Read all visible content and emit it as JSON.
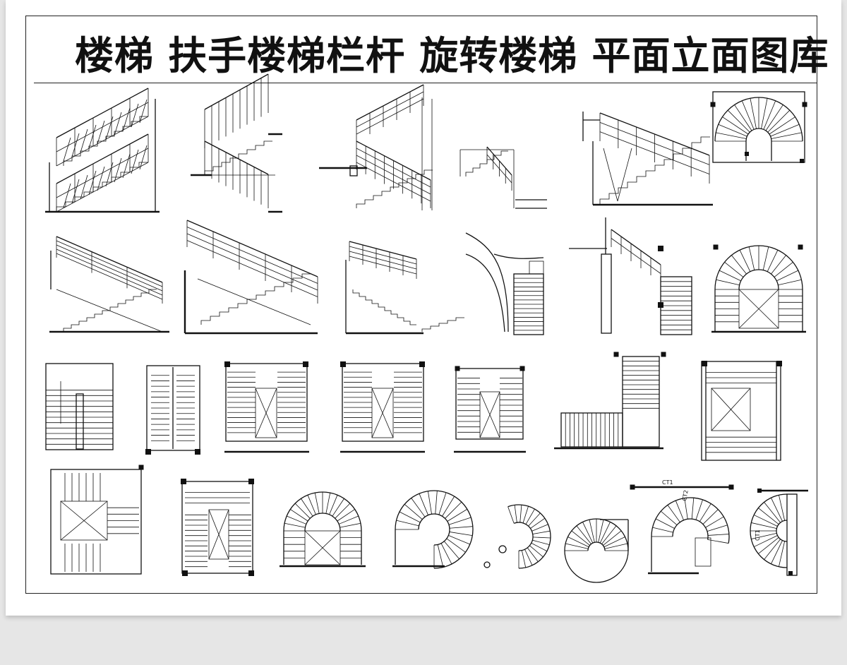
{
  "title": "楼梯 扶手楼梯栏杆 旋转楼梯 平面立面图库",
  "labels": {
    "ct1": "CT1",
    "ct2": "CT2",
    "ct3": "CT1"
  }
}
